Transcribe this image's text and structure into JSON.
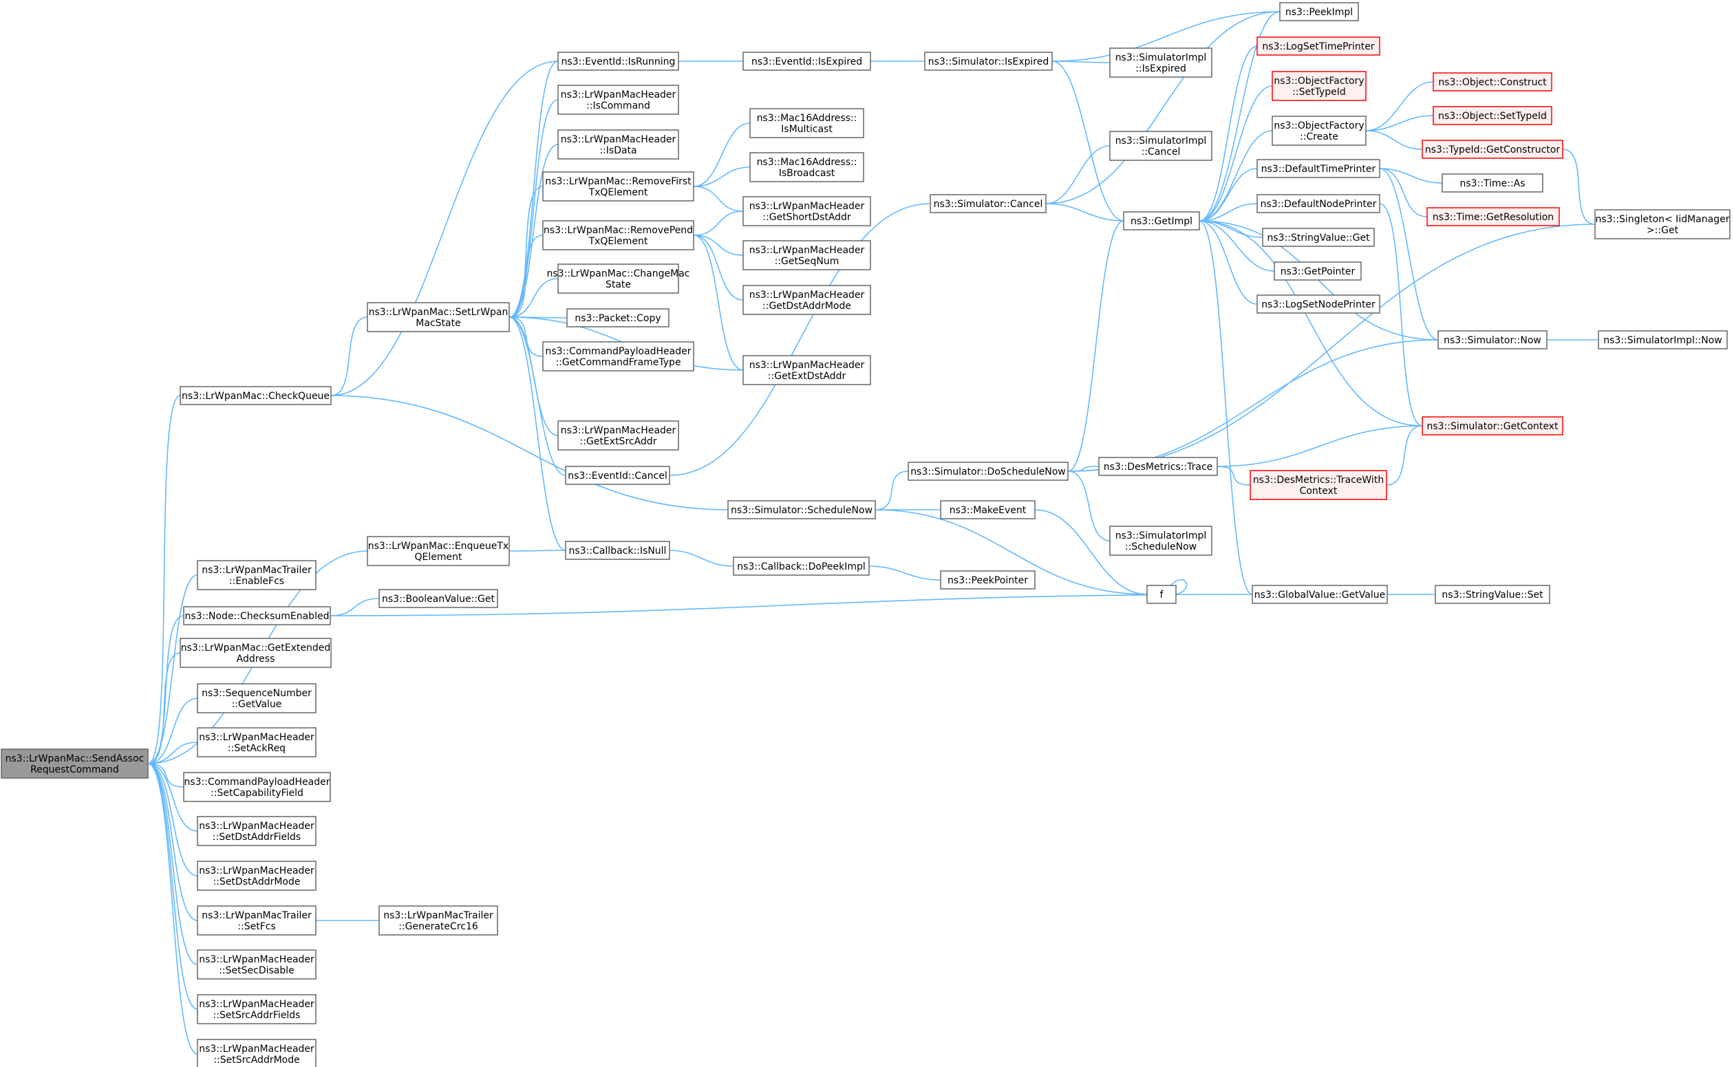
{
  "diagram": {
    "root": "root",
    "nodes": [
      {
        "id": "root",
        "lines": [
          "ns3::LrWpanMac::SendAssoc",
          "RequestCommand"
        ],
        "style": "root"
      },
      {
        "id": "checkqueue",
        "lines": [
          "ns3::LrWpanMac::CheckQueue"
        ]
      },
      {
        "id": "enqueue",
        "lines": [
          "ns3::LrWpanMac::EnqueueTx",
          "QElement"
        ]
      },
      {
        "id": "enablefcs",
        "lines": [
          "ns3::LrWpanMacTrailer",
          "::EnableFcs"
        ]
      },
      {
        "id": "checksum",
        "lines": [
          "ns3::Node::ChecksumEnabled"
        ]
      },
      {
        "id": "getextaddr",
        "lines": [
          "ns3::LrWpanMac::GetExtended",
          "Address"
        ]
      },
      {
        "id": "seqgetvalue",
        "lines": [
          "ns3::SequenceNumber",
          "::GetValue"
        ]
      },
      {
        "id": "setackreq",
        "lines": [
          "ns3::LrWpanMacHeader",
          "::SetAckReq"
        ]
      },
      {
        "id": "setcap",
        "lines": [
          "ns3::CommandPayloadHeader",
          "::SetCapabilityField"
        ]
      },
      {
        "id": "setdstfields",
        "lines": [
          "ns3::LrWpanMacHeader",
          "::SetDstAddrFields"
        ]
      },
      {
        "id": "setdstmode",
        "lines": [
          "ns3::LrWpanMacHeader",
          "::SetDstAddrMode"
        ]
      },
      {
        "id": "setfcs",
        "lines": [
          "ns3::LrWpanMacTrailer",
          "::SetFcs"
        ]
      },
      {
        "id": "setsecdisable",
        "lines": [
          "ns3::LrWpanMacHeader",
          "::SetSecDisable"
        ]
      },
      {
        "id": "setsrcfields",
        "lines": [
          "ns3::LrWpanMacHeader",
          "::SetSrcAddrFields"
        ]
      },
      {
        "id": "setsrcmode",
        "lines": [
          "ns3::LrWpanMacHeader",
          "::SetSrcAddrMode"
        ]
      },
      {
        "id": "setstate",
        "lines": [
          "ns3::LrWpanMac::SetLrWpan",
          "MacState"
        ]
      },
      {
        "id": "boolget",
        "lines": [
          "ns3::BooleanValue::Get"
        ]
      },
      {
        "id": "crc16",
        "lines": [
          "ns3::LrWpanMacTrailer",
          "::GenerateCrc16"
        ]
      },
      {
        "id": "isrunning",
        "lines": [
          "ns3::EventId::IsRunning"
        ]
      },
      {
        "id": "iscommand",
        "lines": [
          "ns3::LrWpanMacHeader",
          "::IsCommand"
        ]
      },
      {
        "id": "isdata",
        "lines": [
          "ns3::LrWpanMacHeader",
          "::IsData"
        ]
      },
      {
        "id": "removefirst",
        "lines": [
          "ns3::LrWpanMac::RemoveFirst",
          "TxQElement"
        ]
      },
      {
        "id": "removepend",
        "lines": [
          "ns3::LrWpanMac::RemovePend",
          "TxQElement"
        ]
      },
      {
        "id": "changemac",
        "lines": [
          "ns3::LrWpanMac::ChangeMac",
          "State"
        ]
      },
      {
        "id": "packetcopy",
        "lines": [
          "ns3::Packet::Copy"
        ]
      },
      {
        "id": "getcmdtype",
        "lines": [
          "ns3::CommandPayloadHeader",
          "::GetCommandFrameType"
        ]
      },
      {
        "id": "getextsrc",
        "lines": [
          "ns3::LrWpanMacHeader",
          "::GetExtSrcAddr"
        ]
      },
      {
        "id": "eventcancel",
        "lines": [
          "ns3::EventId::Cancel"
        ]
      },
      {
        "id": "isnull",
        "lines": [
          "ns3::Callback::IsNull"
        ]
      },
      {
        "id": "isexpired",
        "lines": [
          "ns3::EventId::IsExpired"
        ]
      },
      {
        "id": "multicast",
        "lines": [
          "ns3::Mac16Address::",
          "IsMulticast"
        ]
      },
      {
        "id": "broadcast",
        "lines": [
          "ns3::Mac16Address::",
          "IsBroadcast"
        ]
      },
      {
        "id": "getshortdst",
        "lines": [
          "ns3::LrWpanMacHeader",
          "::GetShortDstAddr"
        ]
      },
      {
        "id": "getseqnum",
        "lines": [
          "ns3::LrWpanMacHeader",
          "::GetSeqNum"
        ]
      },
      {
        "id": "getdstmode",
        "lines": [
          "ns3::LrWpanMacHeader",
          "::GetDstAddrMode"
        ]
      },
      {
        "id": "getextdst",
        "lines": [
          "ns3::LrWpanMacHeader",
          "::GetExtDstAddr"
        ]
      },
      {
        "id": "schednow",
        "lines": [
          "ns3::Simulator::ScheduleNow"
        ]
      },
      {
        "id": "dopeek",
        "lines": [
          "ns3::Callback::DoPeekImpl"
        ]
      },
      {
        "id": "peekpointer",
        "lines": [
          "ns3::PeekPointer"
        ]
      },
      {
        "id": "simisexpired",
        "lines": [
          "ns3::Simulator::IsExpired"
        ]
      },
      {
        "id": "simcancel",
        "lines": [
          "ns3::Simulator::Cancel"
        ]
      },
      {
        "id": "doschednow",
        "lines": [
          "ns3::Simulator::DoScheduleNow"
        ]
      },
      {
        "id": "makeevent",
        "lines": [
          "ns3::MakeEvent"
        ]
      },
      {
        "id": "implisexpired",
        "lines": [
          "ns3::SimulatorImpl",
          "::IsExpired"
        ]
      },
      {
        "id": "implcancel",
        "lines": [
          "ns3::SimulatorImpl",
          "::Cancel"
        ]
      },
      {
        "id": "getimpl",
        "lines": [
          "ns3::GetImpl"
        ]
      },
      {
        "id": "destrace",
        "lines": [
          "ns3::DesMetrics::Trace"
        ]
      },
      {
        "id": "implschednow",
        "lines": [
          "ns3::SimulatorImpl",
          "::ScheduleNow"
        ]
      },
      {
        "id": "f",
        "lines": [
          "f"
        ]
      },
      {
        "id": "peekimpl",
        "lines": [
          "ns3::PeekImpl"
        ]
      },
      {
        "id": "logsettime",
        "lines": [
          "ns3::LogSetTimePrinter"
        ],
        "style": "red"
      },
      {
        "id": "ofsettypeid",
        "lines": [
          "ns3::ObjectFactory",
          "::SetTypeId"
        ],
        "style": "red"
      },
      {
        "id": "ofcreate",
        "lines": [
          "ns3::ObjectFactory",
          "::Create"
        ]
      },
      {
        "id": "deftimeprinter",
        "lines": [
          "ns3::DefaultTimePrinter"
        ]
      },
      {
        "id": "defnodeprinter",
        "lines": [
          "ns3::DefaultNodePrinter"
        ]
      },
      {
        "id": "strget",
        "lines": [
          "ns3::StringValue::Get"
        ]
      },
      {
        "id": "getpointer",
        "lines": [
          "ns3::GetPointer"
        ]
      },
      {
        "id": "logsetnode",
        "lines": [
          "ns3::LogSetNodePrinter"
        ]
      },
      {
        "id": "tracewith",
        "lines": [
          "ns3::DesMetrics::TraceWith",
          "Context"
        ],
        "style": "red"
      },
      {
        "id": "gvgetvalue",
        "lines": [
          "ns3::GlobalValue::GetValue"
        ]
      },
      {
        "id": "objconstruct",
        "lines": [
          "ns3::Object::Construct"
        ],
        "style": "red"
      },
      {
        "id": "objsettypeid",
        "lines": [
          "ns3::Object::SetTypeId"
        ],
        "style": "red"
      },
      {
        "id": "getctor",
        "lines": [
          "ns3::TypeId::GetConstructor"
        ],
        "style": "red"
      },
      {
        "id": "timeas",
        "lines": [
          "ns3::Time::As"
        ]
      },
      {
        "id": "getres",
        "lines": [
          "ns3::Time::GetResolution"
        ],
        "style": "red"
      },
      {
        "id": "simnow",
        "lines": [
          "ns3::Simulator::Now"
        ]
      },
      {
        "id": "getcontext",
        "lines": [
          "ns3::Simulator::GetContext"
        ],
        "style": "red"
      },
      {
        "id": "strset",
        "lines": [
          "ns3::StringValue::Set"
        ]
      },
      {
        "id": "singleton",
        "lines": [
          "ns3::Singleton< IidManager",
          ">::Get"
        ]
      },
      {
        "id": "implnow",
        "lines": [
          "ns3::SimulatorImpl::Now"
        ]
      }
    ],
    "edges": [
      [
        "root",
        "checkqueue"
      ],
      [
        "root",
        "enqueue"
      ],
      [
        "root",
        "enablefcs"
      ],
      [
        "root",
        "checksum"
      ],
      [
        "root",
        "getextaddr"
      ],
      [
        "root",
        "seqgetvalue"
      ],
      [
        "root",
        "setackreq"
      ],
      [
        "root",
        "setcap"
      ],
      [
        "root",
        "setdstfields"
      ],
      [
        "root",
        "setdstmode"
      ],
      [
        "root",
        "setfcs"
      ],
      [
        "root",
        "setsecdisable"
      ],
      [
        "root",
        "setsrcfields"
      ],
      [
        "root",
        "setsrcmode"
      ],
      [
        "checkqueue",
        "isrunning"
      ],
      [
        "checkqueue",
        "setstate"
      ],
      [
        "checkqueue",
        "schednow"
      ],
      [
        "enqueue",
        "isnull"
      ],
      [
        "checksum",
        "boolget"
      ],
      [
        "checksum",
        "gvgetvalue"
      ],
      [
        "setfcs",
        "crc16"
      ],
      [
        "setstate",
        "isrunning"
      ],
      [
        "setstate",
        "iscommand"
      ],
      [
        "setstate",
        "isdata"
      ],
      [
        "setstate",
        "removefirst"
      ],
      [
        "setstate",
        "removepend"
      ],
      [
        "setstate",
        "changemac"
      ],
      [
        "setstate",
        "packetcopy"
      ],
      [
        "setstate",
        "getcmdtype"
      ],
      [
        "setstate",
        "getextdst"
      ],
      [
        "setstate",
        "getextsrc"
      ],
      [
        "setstate",
        "eventcancel"
      ],
      [
        "setstate",
        "isnull"
      ],
      [
        "isrunning",
        "isexpired"
      ],
      [
        "isexpired",
        "simisexpired"
      ],
      [
        "removefirst",
        "multicast"
      ],
      [
        "removefirst",
        "broadcast"
      ],
      [
        "removefirst",
        "getshortdst"
      ],
      [
        "removepend",
        "getshortdst"
      ],
      [
        "removepend",
        "getseqnum"
      ],
      [
        "removepend",
        "getdstmode"
      ],
      [
        "removepend",
        "getextdst"
      ],
      [
        "eventcancel",
        "simcancel"
      ],
      [
        "isnull",
        "dopeek"
      ],
      [
        "dopeek",
        "peekpointer"
      ],
      [
        "schednow",
        "doschednow"
      ],
      [
        "schednow",
        "makeevent"
      ],
      [
        "schednow",
        "f"
      ],
      [
        "simisexpired",
        "implisexpired"
      ],
      [
        "simisexpired",
        "getimpl"
      ],
      [
        "simisexpired",
        "peekimpl"
      ],
      [
        "simcancel",
        "implcancel"
      ],
      [
        "simcancel",
        "getimpl"
      ],
      [
        "simcancel",
        "peekimpl"
      ],
      [
        "doschednow",
        "getimpl"
      ],
      [
        "doschednow",
        "destrace"
      ],
      [
        "doschednow",
        "implschednow"
      ],
      [
        "doschednow",
        "simnow"
      ],
      [
        "doschednow",
        "singleton"
      ],
      [
        "makeevent",
        "f"
      ],
      [
        "f",
        "f"
      ],
      [
        "getimpl",
        "peekimpl"
      ],
      [
        "getimpl",
        "logsettime"
      ],
      [
        "getimpl",
        "ofsettypeid"
      ],
      [
        "getimpl",
        "ofcreate"
      ],
      [
        "getimpl",
        "deftimeprinter"
      ],
      [
        "getimpl",
        "defnodeprinter"
      ],
      [
        "getimpl",
        "strget"
      ],
      [
        "getimpl",
        "getpointer"
      ],
      [
        "getimpl",
        "logsetnode"
      ],
      [
        "getimpl",
        "gvgetvalue"
      ],
      [
        "destrace",
        "getcontext"
      ],
      [
        "destrace",
        "tracewith"
      ],
      [
        "tracewith",
        "getcontext"
      ],
      [
        "ofcreate",
        "objconstruct"
      ],
      [
        "ofcreate",
        "objsettypeid"
      ],
      [
        "ofcreate",
        "getctor"
      ],
      [
        "deftimeprinter",
        "timeas"
      ],
      [
        "deftimeprinter",
        "getres"
      ],
      [
        "deftimeprinter",
        "simnow"
      ],
      [
        "defnodeprinter",
        "getcontext"
      ],
      [
        "getctor",
        "singleton"
      ],
      [
        "simnow",
        "implnow"
      ],
      [
        "simnow",
        "getimpl"
      ],
      [
        "getcontext",
        "getimpl"
      ],
      [
        "gvgetvalue",
        "strset"
      ]
    ]
  },
  "colors": {
    "edge": "#63B8FF",
    "node_border": "#666666",
    "node_fill": "#ffffff",
    "root_fill": "#999999",
    "red_border": "#ff0000",
    "red_fill": "#fff0f0"
  }
}
